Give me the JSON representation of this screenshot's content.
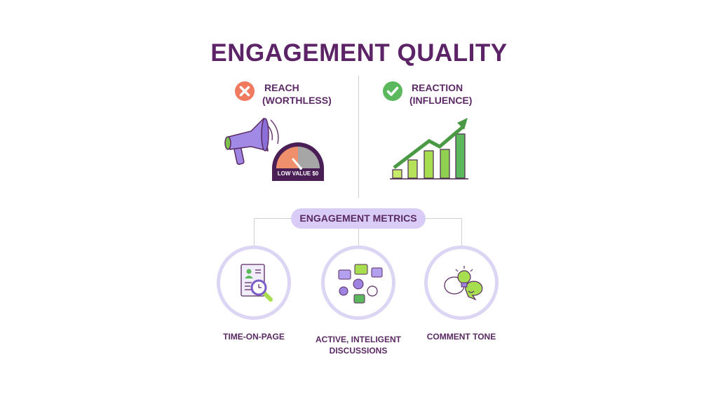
{
  "title": "ENGAGEMENT QUALITY",
  "reach": {
    "line1": "REACH",
    "line2": "(WORTHLESS)",
    "icon": "x-circle-icon",
    "gauge_label": "LOW VALUE $0"
  },
  "reaction": {
    "line1": "REACTION",
    "line2": "(INFLUENCE)",
    "icon": "check-circle-icon"
  },
  "metrics": {
    "header": "ENGAGEMENT METRICS",
    "items": [
      {
        "label1": "TIME-ON-PAGE",
        "label2": "",
        "icon": "document-magnifier-clock-icon"
      },
      {
        "label1": "ACTIVE, INTELIGENT",
        "label2": "DISCUSSIONS",
        "icon": "discussion-network-icon"
      },
      {
        "label1": "COMMENT TONE",
        "label2": "",
        "icon": "lightbulb-speech-bubbles-icon"
      }
    ]
  },
  "colors": {
    "title": "#5c2467",
    "red": "#f07a5f",
    "green": "#5cb85c",
    "lavender": "#d9cdf7",
    "lime": "#a6de4f"
  }
}
